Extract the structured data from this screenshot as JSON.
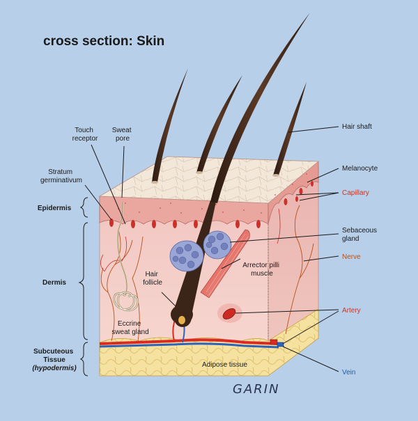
{
  "title": "cross section:  Skin",
  "labels": {
    "touch_receptor": [
      "Touch",
      "receptor"
    ],
    "sweat_pore": [
      "Sweat",
      "pore"
    ],
    "stratum": [
      "Stratum",
      "germinativum"
    ],
    "hair_shaft": "Hair shaft",
    "melanocyte": "Melanocyte",
    "capillary": "Capillary",
    "sebaceous": [
      "Sebaceous",
      "gland"
    ],
    "nerve": "Nerve",
    "arrector": [
      "Arrector pilli",
      "muscle"
    ],
    "hair_follicle": [
      "Hair",
      "follicle"
    ],
    "eccrine": [
      "Eccrine",
      "sweat gland"
    ],
    "artery": "Artery",
    "adipose": "Adipose tissue",
    "vein": "Vein"
  },
  "layers": {
    "epidermis": "Epidermis",
    "dermis": "Dermis",
    "subcutaneous": [
      "Subcuteous",
      "Tissue"
    ],
    "hypodermis": "(hypodermis)"
  },
  "signature": "GARIN",
  "colors": {
    "background": "#b7cfe9",
    "capillary_text": "#c0392b",
    "nerve_text": "#b5521b",
    "artery_text": "#c0392b",
    "vein_text": "#1f5fa8"
  }
}
